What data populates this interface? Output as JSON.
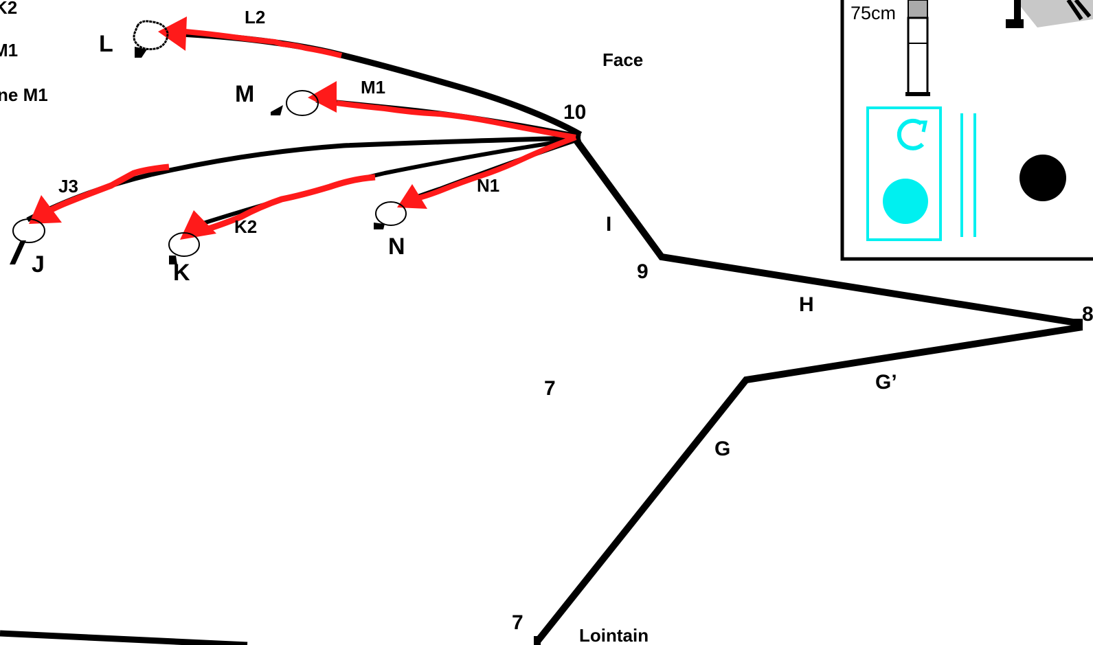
{
  "diagram": {
    "colors": {
      "path": "#000000",
      "arrow": "#ff1a1a",
      "panel_accent": "#00f0f0",
      "background": "#ffffff",
      "meter_fill": "#aaaaaa",
      "fan_fill": "#c8c8c8"
    },
    "labels": {
      "edge_left_k2": "K2",
      "edge_left_m1": "M1",
      "edge_left_scene_m1": "ne M1",
      "face": "Face",
      "lointain": "Lointain",
      "point_10": "10",
      "point_9": "9",
      "point_8": "8",
      "point_7_center": "7",
      "point_7_bottom": "7",
      "segment_i": "I",
      "segment_h": "H",
      "segment_g": "G",
      "segment_g_prime": "G’",
      "arrow_l2": "L2",
      "arrow_m1": "M1",
      "arrow_j3": "J3",
      "arrow_k2": "K2",
      "arrow_n1": "N1",
      "node_l": "L",
      "node_m": "M",
      "node_j": "J",
      "node_k": "K",
      "node_n": "N"
    },
    "panel": {
      "meter_label": "75cm",
      "icons": [
        "meter-gauge-icon",
        "spotlight-icon",
        "rotate-icon",
        "cyan-dot-icon",
        "double-bar-icon",
        "black-dot-icon"
      ]
    }
  }
}
